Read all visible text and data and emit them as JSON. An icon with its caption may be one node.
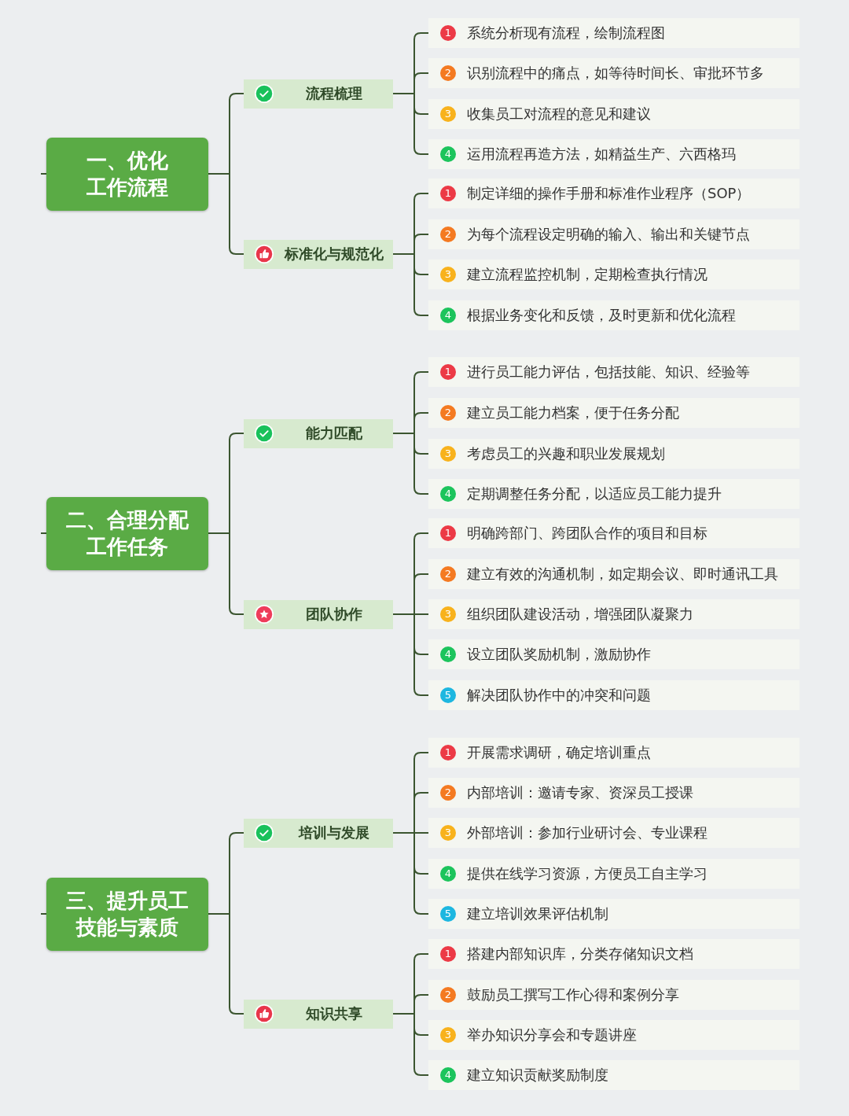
{
  "diagram": {
    "nodes": [
      {
        "text": [
          "一、优化工作流程"
        ]
      },
      {
        "text": [
          "流程梳理"
        ]
      },
      {
        "text": [
          "1",
          "系统分析现有流程，绘制流程图"
        ]
      },
      {
        "text": [
          "2",
          "识别流程中的痛点，如等待时间长、审批环节多"
        ]
      },
      {
        "text": [
          "3",
          "收集员工对流程的意见和建议"
        ]
      },
      {
        "text": [
          "4",
          "运用流程再造方法，如精益生产、六西格玛"
        ]
      },
      {
        "text": [
          "标准化与规范化"
        ]
      },
      {
        "text": [
          "1",
          "制定详细的操作手册和标准作业程序（SOP）"
        ]
      },
      {
        "text": [
          "2",
          "为每个流程设定明确的输入、输出和关键节点"
        ]
      },
      {
        "text": [
          "3",
          "建立流程监控机制，定期检查执行情况"
        ]
      },
      {
        "text": [
          "4",
          "根据业务变化和反馈，及时更新和优化流程"
        ]
      },
      {
        "text": [
          "二、合理分配工作任务"
        ]
      },
      {
        "text": [
          "能力匹配"
        ]
      },
      {
        "text": [
          "1",
          "进行员工能力评估，包括技能、知识、经验等"
        ]
      },
      {
        "text": [
          "2",
          "建立员工能力档案，便于任务分配"
        ]
      },
      {
        "text": [
          "3",
          "考虑员工的兴趣和职业发展规划"
        ]
      },
      {
        "text": [
          "4",
          "定期调整任务分配，以适应员工能力提升"
        ]
      },
      {
        "text": [
          "团队协作"
        ]
      },
      {
        "text": [
          "1",
          "明确跨部门、跨团队合作的项目和目标"
        ]
      },
      {
        "text": [
          "2",
          "建立有效的沟通机制，如定期会议、即时通讯工具"
        ]
      },
      {
        "text": [
          "3",
          "组织团队建设活动，增强团队凝聚力"
        ]
      },
      {
        "text": [
          "4",
          "设立团队奖励机制，激励协作"
        ]
      },
      {
        "text": [
          "5",
          "解决团队协作中的冲突和问题"
        ]
      },
      {
        "text": [
          "三、提升员工技能与素质"
        ]
      },
      {
        "text": [
          "培训与发展"
        ]
      },
      {
        "text": [
          "1",
          "开展需求调研，确定培训重点"
        ]
      },
      {
        "text": [
          "2",
          "内部培训：邀请专家、资深员工授课"
        ]
      },
      {
        "text": [
          "3",
          "外部培训：参加行业研讨会、专业课程"
        ]
      },
      {
        "text": [
          "4",
          "提供在线学习资源，方便员工自主学习"
        ]
      },
      {
        "text": [
          "5",
          "建立培训效果评估机制"
        ]
      },
      {
        "text": [
          "知识共享"
        ]
      },
      {
        "text": [
          "1",
          "搭建内部知识库，分类存储知识文档"
        ]
      },
      {
        "text": [
          "2",
          "鼓励员工撰写工作心得和案例分享"
        ]
      },
      {
        "text": [
          "3",
          "举办知识分享会和专题讲座"
        ]
      },
      {
        "text": [
          "4",
          "建立知识贡献奖励制度"
        ]
      }
    ],
    "edges": [
      {
        "from": null,
        "to": 0,
        "arrow": "none"
      },
      {
        "from": 0,
        "to": 1,
        "arrow": "none"
      },
      {
        "from": 1,
        "to": 2,
        "arrow": "none"
      },
      {
        "from": 1,
        "to": 3,
        "arrow": "none"
      },
      {
        "from": 1,
        "to": 4,
        "arrow": "none"
      },
      {
        "from": 1,
        "to": 5,
        "arrow": "none"
      },
      {
        "from": 0,
        "to": 6,
        "arrow": "none"
      },
      {
        "from": 6,
        "to": 7,
        "arrow": "none"
      },
      {
        "from": 6,
        "to": 8,
        "arrow": "none"
      },
      {
        "from": 6,
        "to": 9,
        "arrow": "none"
      },
      {
        "from": 6,
        "to": 10,
        "arrow": "none"
      },
      {
        "from": null,
        "to": 11,
        "arrow": "none"
      },
      {
        "from": 11,
        "to": 12,
        "arrow": "none"
      },
      {
        "from": 12,
        "to": 13,
        "arrow": "none"
      },
      {
        "from": 12,
        "to": 14,
        "arrow": "none"
      },
      {
        "from": 12,
        "to": 15,
        "arrow": "none"
      },
      {
        "from": 12,
        "to": 16,
        "arrow": "none"
      },
      {
        "from": 11,
        "to": 17,
        "arrow": "none"
      },
      {
        "from": 17,
        "to": 18,
        "arrow": "none"
      },
      {
        "from": 17,
        "to": 19,
        "arrow": "none"
      },
      {
        "from": 17,
        "to": 20,
        "arrow": "none"
      },
      {
        "from": 17,
        "to": 21,
        "arrow": "none"
      },
      {
        "from": 17,
        "to": 22,
        "arrow": "none"
      },
      {
        "from": null,
        "to": 23,
        "arrow": "none"
      },
      {
        "from": 23,
        "to": 24,
        "arrow": "none"
      },
      {
        "from": 24,
        "to": 25,
        "arrow": "none"
      },
      {
        "from": 24,
        "to": 26,
        "arrow": "none"
      },
      {
        "from": 24,
        "to": 27,
        "arrow": "none"
      },
      {
        "from": 24,
        "to": 28,
        "arrow": "none"
      },
      {
        "from": 24,
        "to": 29,
        "arrow": "none"
      },
      {
        "from": 23,
        "to": 30,
        "arrow": "none"
      },
      {
        "from": 30,
        "to": 31,
        "arrow": "none"
      },
      {
        "from": 30,
        "to": 32,
        "arrow": "none"
      },
      {
        "from": 30,
        "to": 33,
        "arrow": "none"
      },
      {
        "from": 30,
        "to": 34,
        "arrow": "none"
      }
    ]
  }
}
